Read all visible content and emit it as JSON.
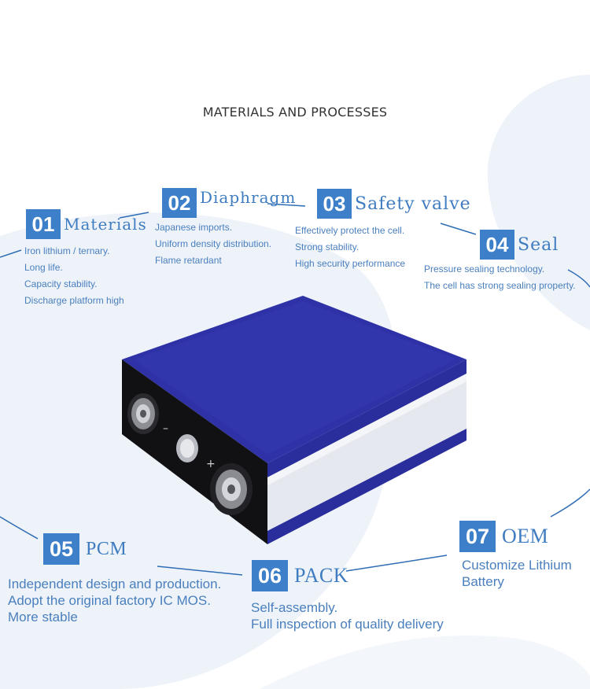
{
  "header": {
    "title": "MATERIALS AND PROCESSES"
  },
  "features": [
    {
      "num": "01",
      "name": "Materials",
      "lines": [
        "Iron lithium / ternary.",
        "Long life.",
        "Capacity stability.",
        "Discharge platform high"
      ]
    },
    {
      "num": "02",
      "name": "Diaphragm",
      "lines": [
        "Japanese imports.",
        "Uniform density distribution.",
        "Flame retardant"
      ]
    },
    {
      "num": "03",
      "name": "Safety valve",
      "lines": [
        "Effectively protect the cell.",
        "Strong stability.",
        "High security performance"
      ]
    },
    {
      "num": "04",
      "name": "Seal",
      "lines": [
        "Pressure sealing technology.",
        "The cell has strong sealing property."
      ]
    },
    {
      "num": "05",
      "name": "PCM",
      "lines": [
        "Independent design and production.",
        "Adopt the original factory IC MOS.",
        "More stable"
      ]
    },
    {
      "num": "06",
      "name": "PACK",
      "lines": [
        "Self-assembly.",
        "Full inspection of quality delivery"
      ]
    },
    {
      "num": "07",
      "name": "OEM",
      "lines": [
        "Customize Lithium",
        "Battery"
      ]
    }
  ],
  "battery": {
    "minus_label": "–",
    "plus_label": "+"
  },
  "colors": {
    "accent": "#3d7fc9",
    "text": "#4a7fbd",
    "battery_blue": "#2d31a3",
    "background_shape": "#eef3fa"
  }
}
